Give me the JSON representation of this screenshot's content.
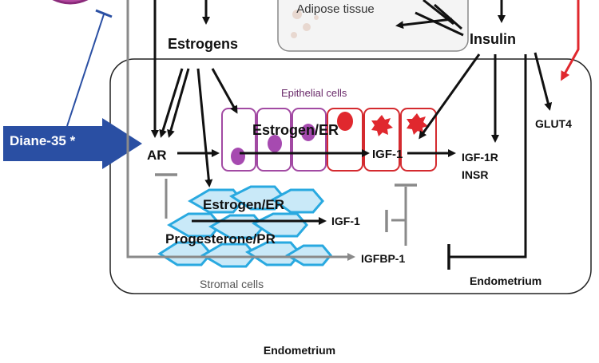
{
  "labels": {
    "estrogens": "Estrogens",
    "insulin": "Insulin",
    "adipose_tissue": "Adipose tissue",
    "epithelial_cells": "Epithelial cells",
    "estrogen_er_epithelial": "Estrogen/ER",
    "ar": "AR",
    "igf1_epithelial": "IGF-1",
    "igf1r_insr": "IGF-1R INSR",
    "glut4": "GLUT4",
    "estrogen_er_stromal": "Estrogen/ER",
    "igf1_stromal": "IGF-1",
    "progesterone_pr": "Progesterone/PR",
    "igfbp1": "IGFBP-1",
    "stromal_cells": "Stromal cells",
    "endometrium_box": "Endometrium",
    "endometrium_caption": "Endometrium",
    "diane35": "Diane-35 *"
  },
  "colors": {
    "arrow_black": "#111111",
    "inhibit_gray": "#8a8a8a",
    "drug_blue": "#2a4fa3",
    "glut4_red": "#e0282e",
    "epithelial_outline_purple": "#a24aa3",
    "epithelial_outline_red": "#d42a2f",
    "epithelial_nucleus_purple": "#a64ab0",
    "epithelial_nucleus_red": "#e0282e",
    "stromal_cell_blue": "#29a9e0"
  }
}
